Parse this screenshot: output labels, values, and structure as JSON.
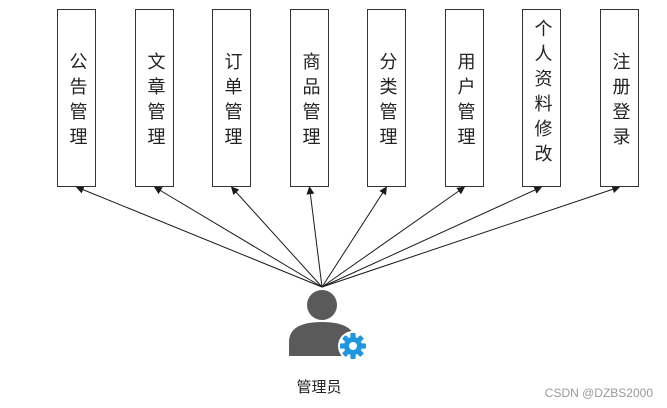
{
  "actor": {
    "label": "管理员",
    "icon": "admin-user-gear-icon"
  },
  "modules": [
    {
      "label": "公告管理"
    },
    {
      "label": "文章管理"
    },
    {
      "label": "订单管理"
    },
    {
      "label": "商品管理"
    },
    {
      "label": "分类管理"
    },
    {
      "label": "用户管理"
    },
    {
      "label": "个人资料修改"
    },
    {
      "label": "注册登录"
    }
  ],
  "watermark": "CSDN @DZBS2000",
  "colors": {
    "box_border": "#333333",
    "arrow": "#1a1a1a",
    "user_icon": "#5a5a5a",
    "gear_icon": "#1e96e0",
    "watermark": "#999999"
  }
}
